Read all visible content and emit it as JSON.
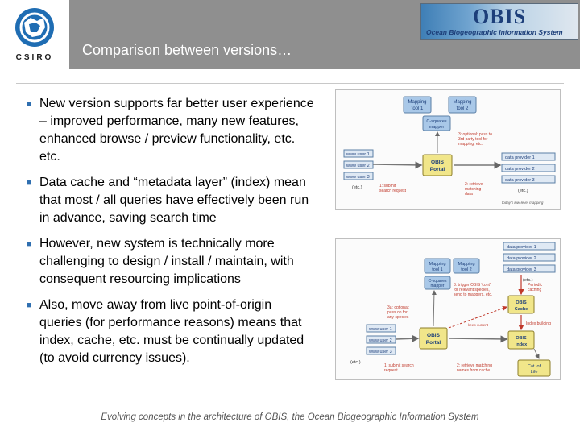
{
  "header": {
    "title": "Comparison between versions…",
    "csiro_text": "CSIRO",
    "obis_logo": "OBIS",
    "obis_subtitle": "Ocean Biogeographic Information System"
  },
  "bullets": [
    "New version supports far better user experience – improved performance, many new features, enhanced browse / preview functionality, etc. etc.",
    "Data cache and “metadata layer” (index) mean that most / all queries have effectively been run in advance, saving search time",
    "However, new system is technically more challenging to design / install / maintain, with consequent resourcing implications",
    "Also, move away from live point-of-origin queries (for performance reasons) means that index, cache, etc. must be continually updated (to avoid currency issues)."
  ],
  "diagram1": {
    "mapping_tool_1": [
      "Mapping",
      "tool 1"
    ],
    "mapping_tool_2": [
      "Mapping",
      "tool 2"
    ],
    "csquares_mapper": [
      "C-squares",
      "mapper"
    ],
    "users": [
      "www user 1",
      "www user 2",
      "www user 3"
    ],
    "etc": "(etc.)",
    "portal": [
      "OBIS",
      "Portal"
    ],
    "providers": [
      "data provider 1",
      "data provider 2",
      "data provider 3"
    ],
    "note_query": [
      "1: submit",
      "search request"
    ],
    "note_pass": [
      "3: optional: pass to",
      "3rd party tool for",
      "mapping, etc."
    ],
    "note_retrieve": [
      "2: retrieve",
      "matching",
      "data"
    ],
    "legend": "today's low-level mapping"
  },
  "diagram2": {
    "providers": [
      "data provider 1",
      "data provider 2",
      "data provider 3"
    ],
    "etc": "(etc.)",
    "mapping_tool_1": [
      "Mapping",
      "tool 1"
    ],
    "mapping_tool_2": [
      "Mapping",
      "tool 2"
    ],
    "csquares_mapper": [
      "C-squares",
      "mapper"
    ],
    "users": [
      "www user 1",
      "www user 2",
      "www user 3"
    ],
    "portal": [
      "OBIS",
      "Portal"
    ],
    "cache": [
      "OBIS",
      "Cache"
    ],
    "index": [
      "OBIS",
      "Index"
    ],
    "col": [
      "Cat. of",
      "Life"
    ],
    "note_trigger": [
      "3: trigger OBIS 'cont'",
      "for relevant species,",
      "send to mappers, etc."
    ],
    "note_harvest": [
      "Periodic",
      "caching"
    ],
    "note_index": [
      "Index building"
    ],
    "note_optional": [
      "3a: optional:",
      "pass on for",
      "any species"
    ],
    "note_submit": [
      "1: submit search",
      "request"
    ],
    "note_retrieve": [
      "2: retrieve matching",
      "names from cache"
    ],
    "note_keep": [
      "keep current"
    ]
  },
  "footer": "Evolving concepts in the architecture of OBIS, the Ocean Biogeographic Information System"
}
